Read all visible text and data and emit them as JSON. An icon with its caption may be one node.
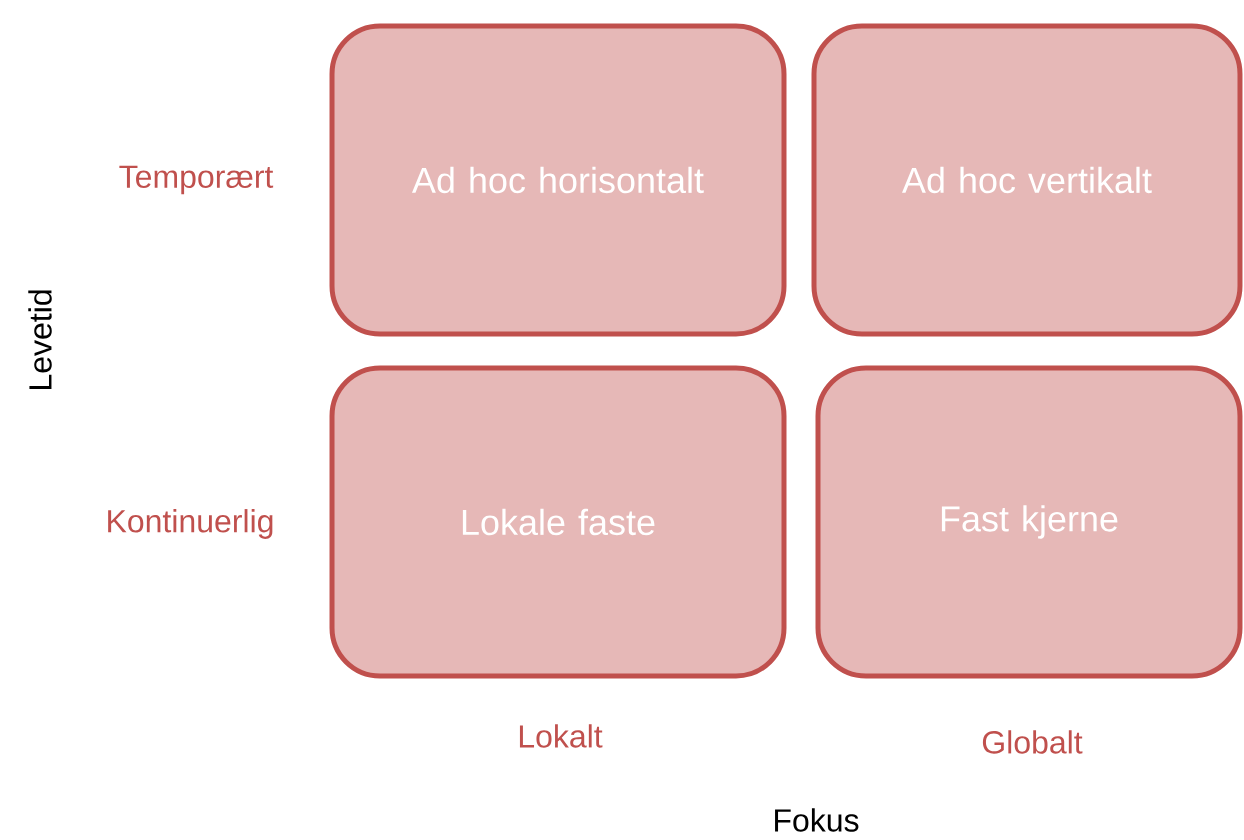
{
  "diagram": {
    "nodes": [
      {
        "text": [
          "Ad hoc horisontalt"
        ]
      },
      {
        "text": [
          "Ad hoc vertikalt"
        ]
      },
      {
        "text": [
          "Lokale faste"
        ]
      },
      {
        "text": [
          "Fast kjerne"
        ]
      }
    ],
    "labels": [
      "Temporært",
      "Levetid",
      "Kontinuerlig",
      "Lokalt",
      "Globalt",
      "Fokus"
    ]
  }
}
